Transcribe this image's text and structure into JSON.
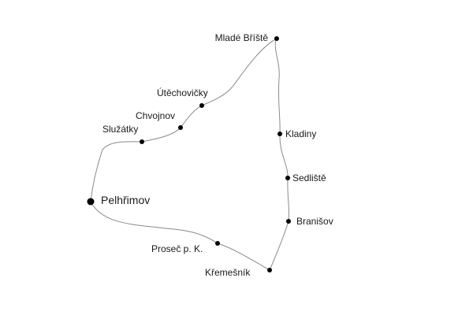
{
  "map": {
    "route_color": "#8a8a8a",
    "dot_color": "#000000",
    "places": [
      {
        "id": "mlade-briste",
        "name": "Mladé Bříště",
        "major": false
      },
      {
        "id": "utechovicky",
        "name": "Útěchovičky",
        "major": false
      },
      {
        "id": "chvojnov",
        "name": "Chvojnov",
        "major": false
      },
      {
        "id": "sluzatky",
        "name": "Služátky",
        "major": false
      },
      {
        "id": "pelhrimov",
        "name": "Pelhřimov",
        "major": true
      },
      {
        "id": "prosec",
        "name": "Proseč p. K.",
        "major": false
      },
      {
        "id": "kremesnik",
        "name": "Křemešník",
        "major": false
      },
      {
        "id": "branisov",
        "name": "Branišov",
        "major": false
      },
      {
        "id": "sedliste",
        "name": "Sedliště",
        "major": false
      },
      {
        "id": "kladiny",
        "name": "Kladiny",
        "major": false
      }
    ]
  }
}
